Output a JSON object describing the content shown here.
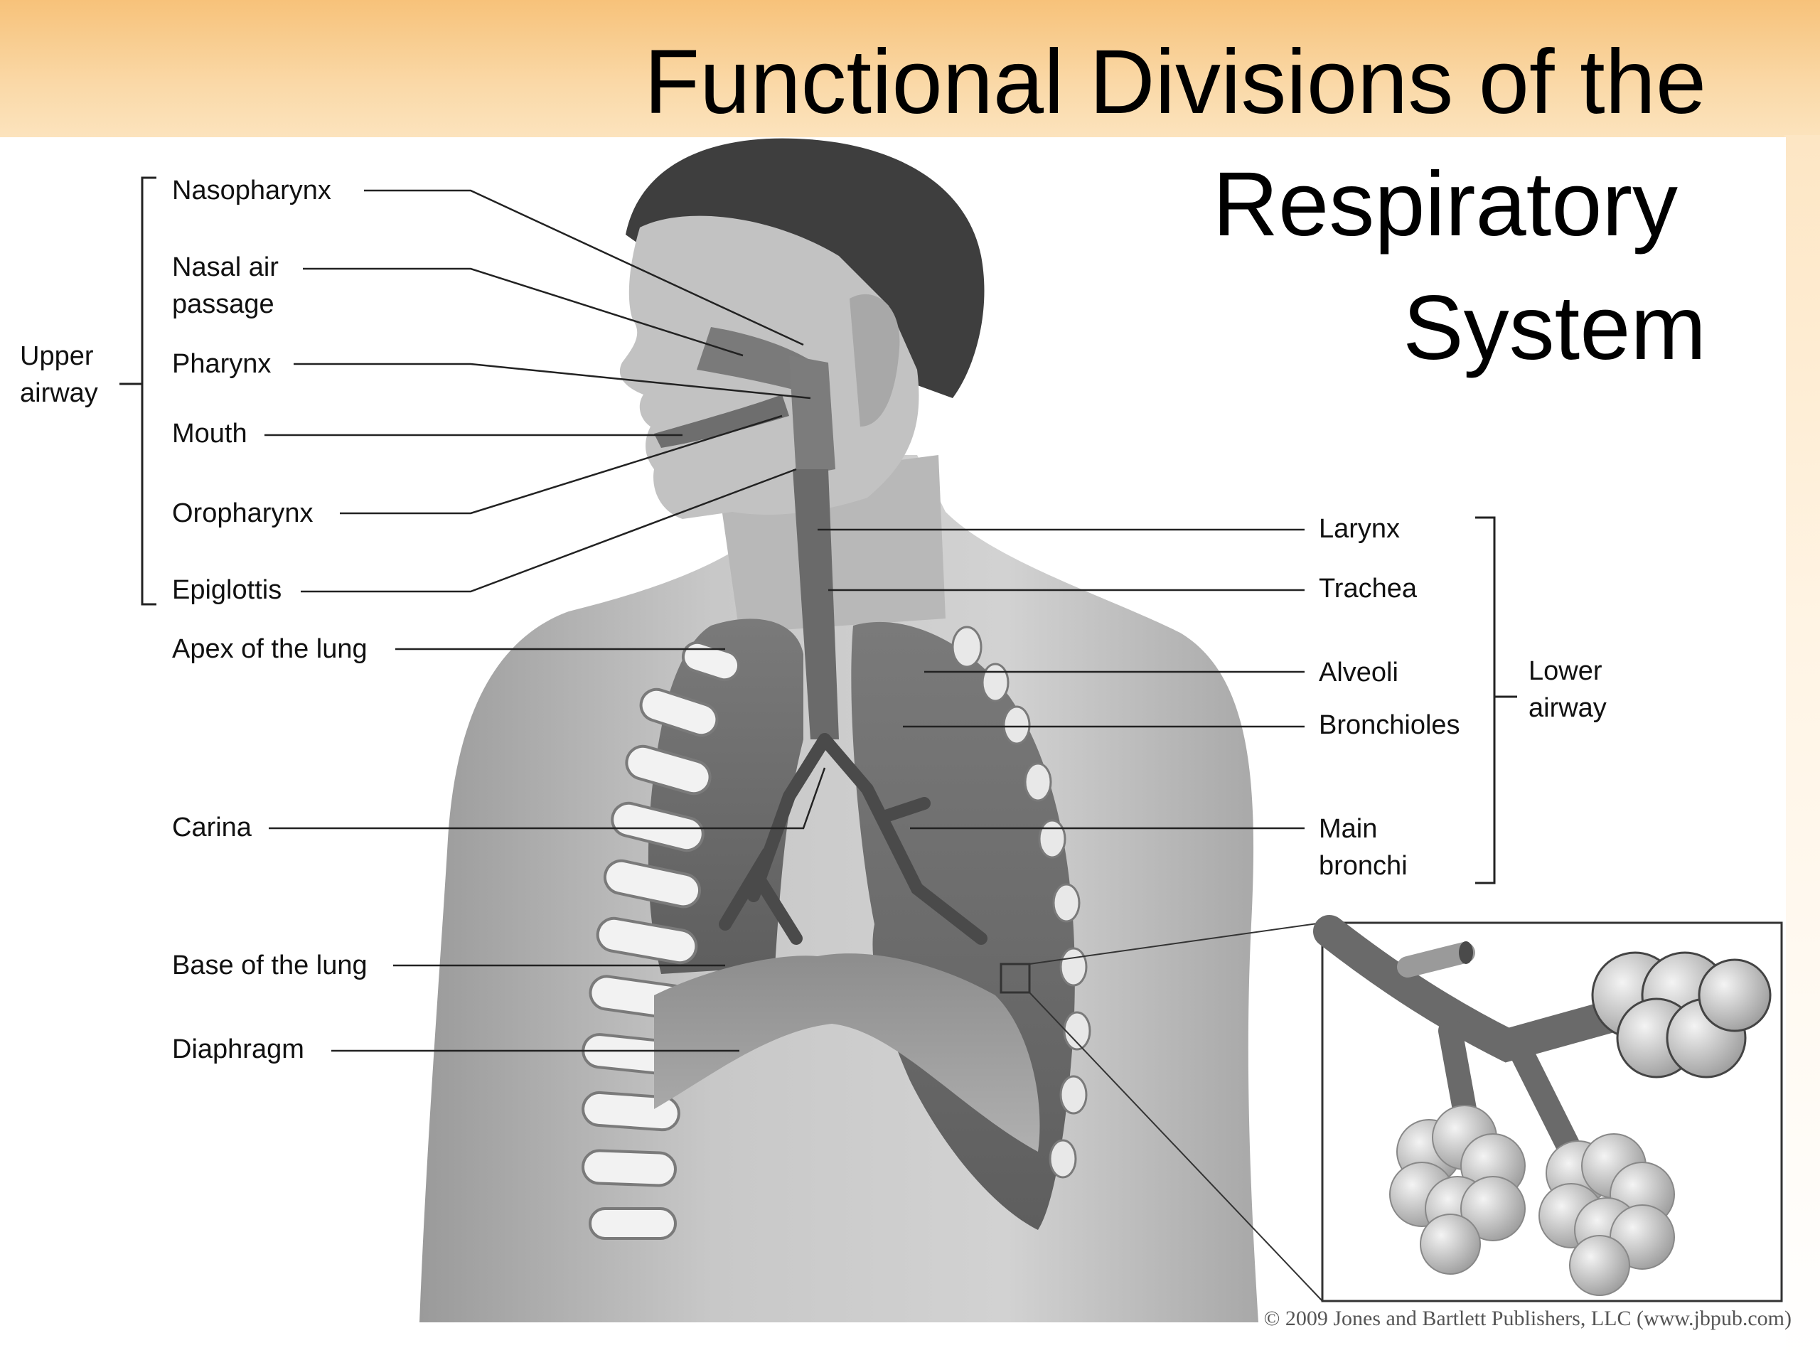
{
  "slide": {
    "title_lines": [
      "Functional Divisions of the",
      "Respiratory",
      "System"
    ]
  },
  "diagram": {
    "upper_airway_label": [
      "Upper",
      "airway"
    ],
    "lower_airway_label": [
      "Lower",
      "airway"
    ],
    "left_labels": [
      {
        "id": "nasopharynx",
        "lines": [
          "Nasopharynx"
        ]
      },
      {
        "id": "nasal-air-passage",
        "lines": [
          "Nasal air",
          "passage"
        ]
      },
      {
        "id": "pharynx",
        "lines": [
          "Pharynx"
        ]
      },
      {
        "id": "mouth",
        "lines": [
          "Mouth"
        ]
      },
      {
        "id": "oropharynx",
        "lines": [
          "Oropharynx"
        ]
      },
      {
        "id": "epiglottis",
        "lines": [
          "Epiglottis"
        ]
      },
      {
        "id": "apex-of-the-lung",
        "lines": [
          "Apex of the lung"
        ]
      },
      {
        "id": "carina",
        "lines": [
          "Carina"
        ]
      },
      {
        "id": "base-of-the-lung",
        "lines": [
          "Base of the lung"
        ]
      },
      {
        "id": "diaphragm",
        "lines": [
          "Diaphragm"
        ]
      }
    ],
    "right_labels": [
      {
        "id": "larynx",
        "lines": [
          "Larynx"
        ]
      },
      {
        "id": "trachea",
        "lines": [
          "Trachea"
        ]
      },
      {
        "id": "alveoli",
        "lines": [
          "Alveoli"
        ]
      },
      {
        "id": "bronchioles",
        "lines": [
          "Bronchioles"
        ]
      },
      {
        "id": "main-bronchi",
        "lines": [
          "Main",
          "bronchi"
        ]
      }
    ],
    "copyright": "© 2009 Jones and Bartlett Publishers, LLC (www.jbpub.com)"
  },
  "colors": {
    "header_band": "#f7c27a",
    "line": "#222222",
    "skin": "#bdbdbd",
    "lung": "#6e6e6e"
  }
}
